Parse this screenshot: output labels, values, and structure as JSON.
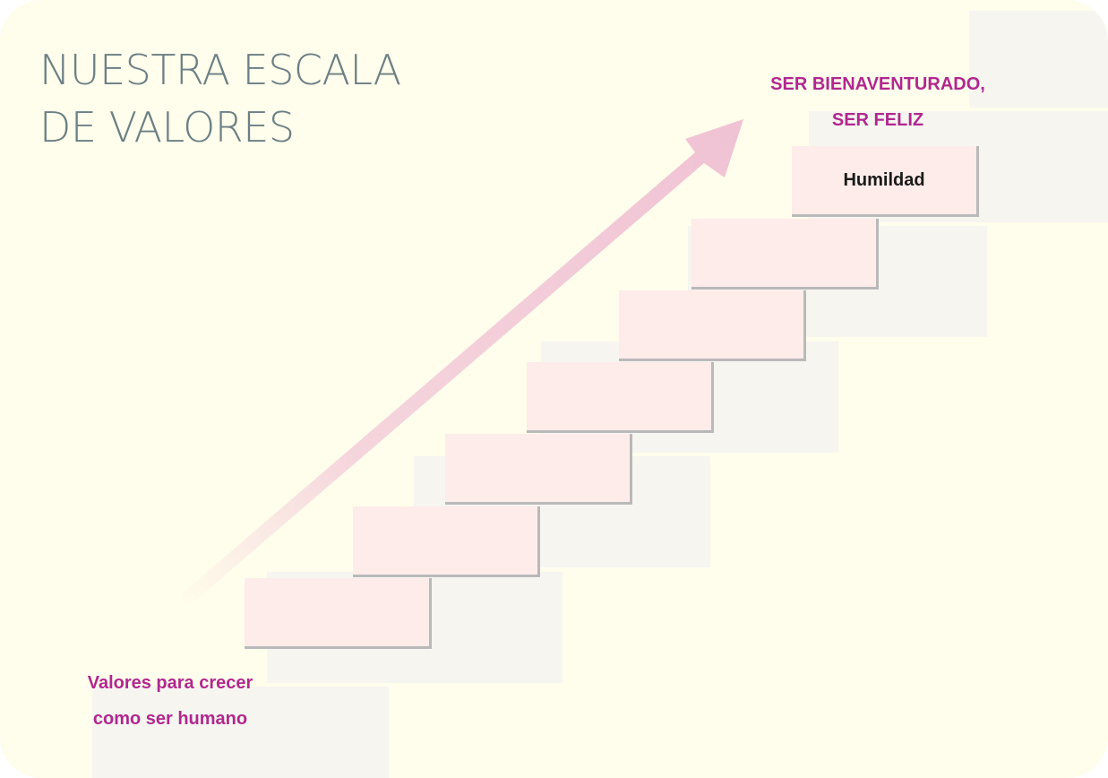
{
  "title": {
    "line1": "NUESTRA ESCALA",
    "line2": "DE VALORES"
  },
  "goal": {
    "line1": "SER BIENAVENTURADO,",
    "line2": "SER FELIZ"
  },
  "caption": {
    "line1": "Valores para crecer",
    "line2": "como ser humano"
  },
  "steps": [
    {
      "label": ""
    },
    {
      "label": ""
    },
    {
      "label": ""
    },
    {
      "label": ""
    },
    {
      "label": ""
    },
    {
      "label": ""
    },
    {
      "label": ""
    },
    {
      "label": "Humildad"
    }
  ],
  "colors": {
    "background": "#fffdeb",
    "accent": "#b0288f",
    "title": "#6b7f85",
    "step_fill": "#fdecea",
    "arrow": "#f2c8d8"
  }
}
